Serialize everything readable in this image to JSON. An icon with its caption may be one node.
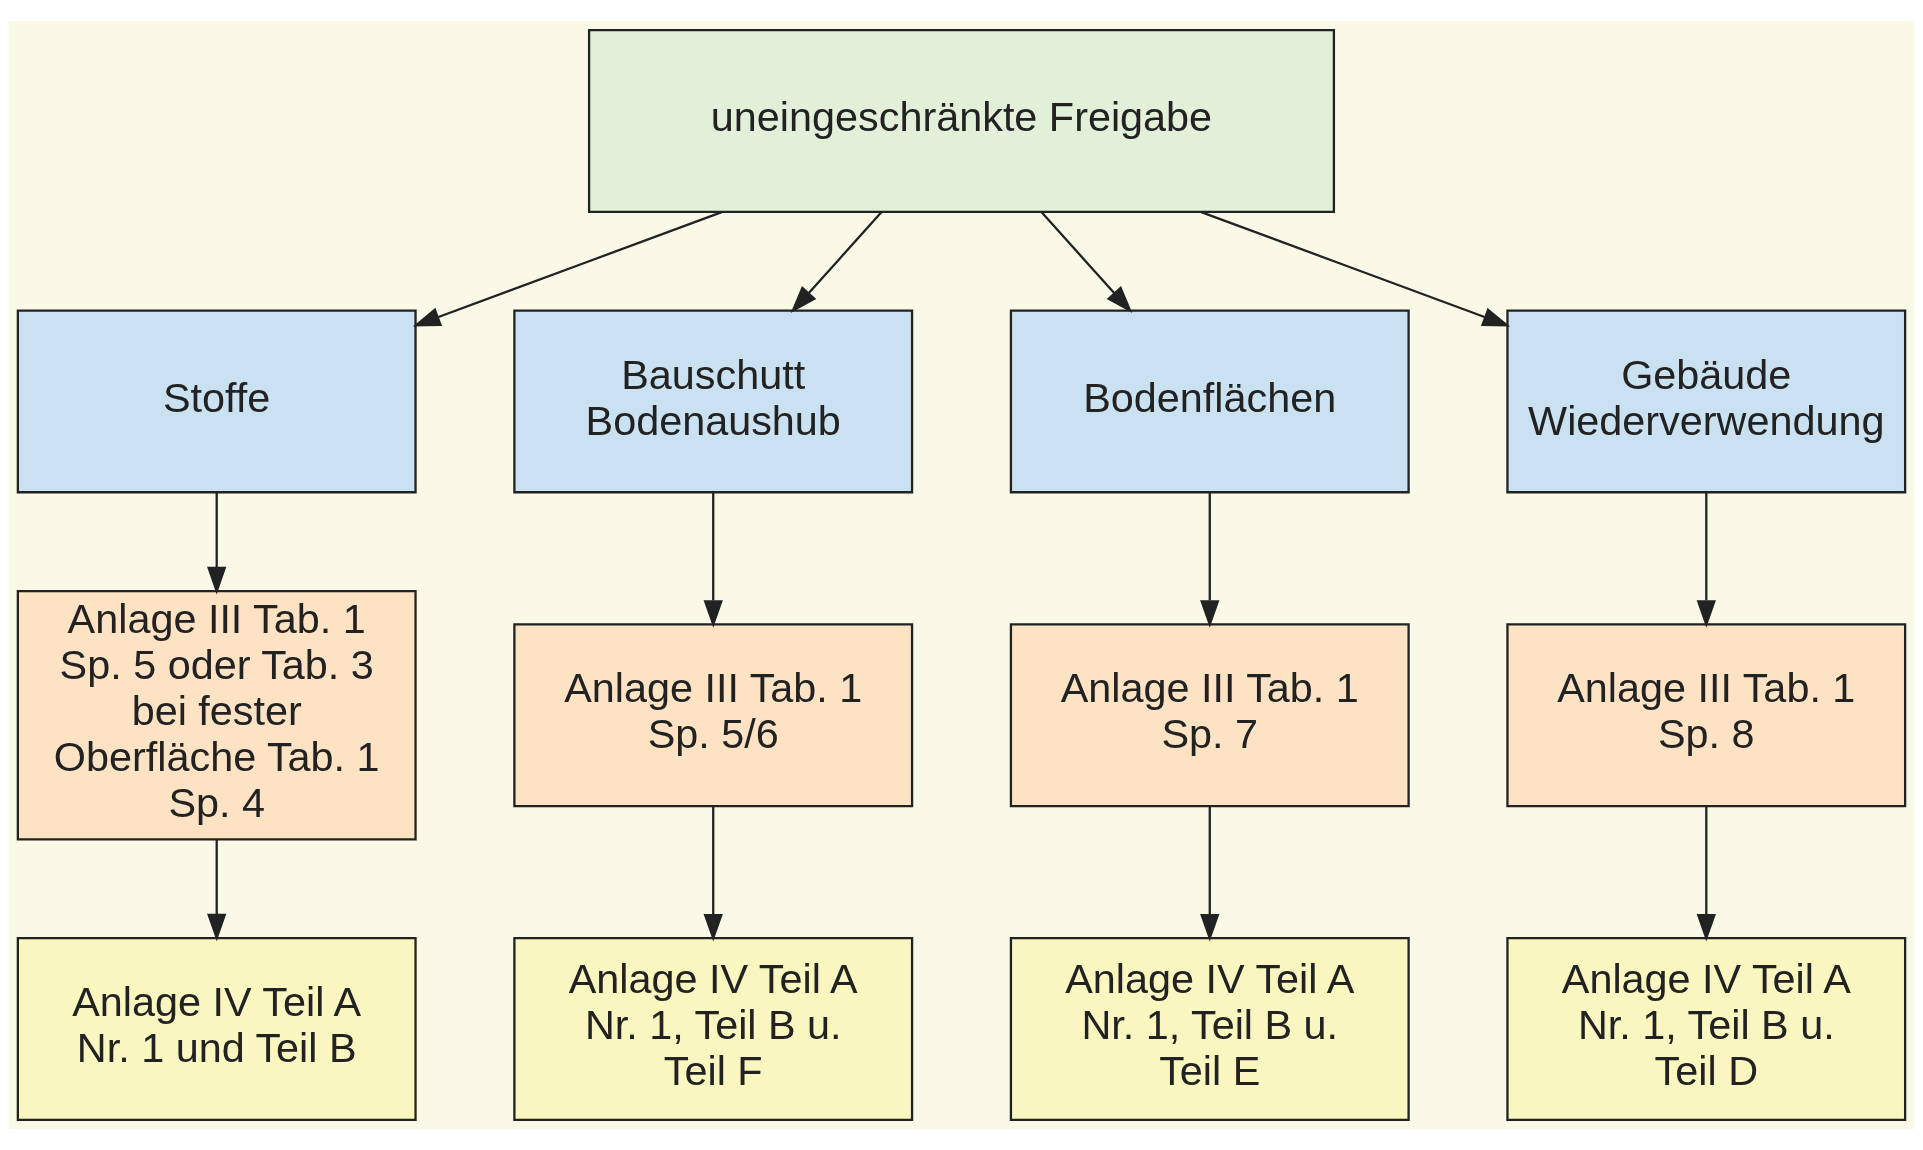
{
  "diagram": {
    "nodes": [
      {
        "text": [
          "uneingeschränkte Freigabe"
        ]
      },
      {
        "text": [
          "Stoffe"
        ]
      },
      {
        "text": [
          "Bauschutt Bodenaushub"
        ]
      },
      {
        "text": [
          "Bodenflächen"
        ]
      },
      {
        "text": [
          "Gebäude Wiederverwendung"
        ]
      },
      {
        "text": [
          "Anlage III Tab. 1 Sp. 5 oder Tab. 3 bei fester Oberfläche Tab. 1 Sp. 4"
        ]
      },
      {
        "text": [
          "Anlage III Tab. 1 Sp. 5/6"
        ]
      },
      {
        "text": [
          "Anlage III Tab. 1 Sp. 7"
        ]
      },
      {
        "text": [
          "Anlage III Tab. 1 Sp. 8"
        ]
      },
      {
        "text": [
          "Anlage IV Teil A Nr. 1 und Teil B"
        ]
      },
      {
        "text": [
          "Anlage IV Teil A Nr. 1, Teil B u. Teil F"
        ]
      },
      {
        "text": [
          "Anlage IV Teil A Nr. 1, Teil B u. Teil E"
        ]
      },
      {
        "text": [
          "Anlage IV Teil A Nr. 1, Teil B u. Teil D"
        ]
      }
    ],
    "edges": [
      {
        "from": 0,
        "to": 1,
        "arrow": "to"
      },
      {
        "from": 0,
        "to": 2,
        "arrow": "to"
      },
      {
        "from": 0,
        "to": 3,
        "arrow": "to"
      },
      {
        "from": 0,
        "to": 4,
        "arrow": "to"
      },
      {
        "from": 1,
        "to": 5,
        "arrow": "to"
      },
      {
        "from": 2,
        "to": 6,
        "arrow": "to"
      },
      {
        "from": 3,
        "to": 7,
        "arrow": "to"
      },
      {
        "from": 4,
        "to": 8,
        "arrow": "to"
      },
      {
        "from": 5,
        "to": 9,
        "arrow": "to"
      },
      {
        "from": 6,
        "to": 10,
        "arrow": "to"
      },
      {
        "from": 7,
        "to": 11,
        "arrow": "to"
      },
      {
        "from": 8,
        "to": 12,
        "arrow": "to"
      }
    ]
  }
}
